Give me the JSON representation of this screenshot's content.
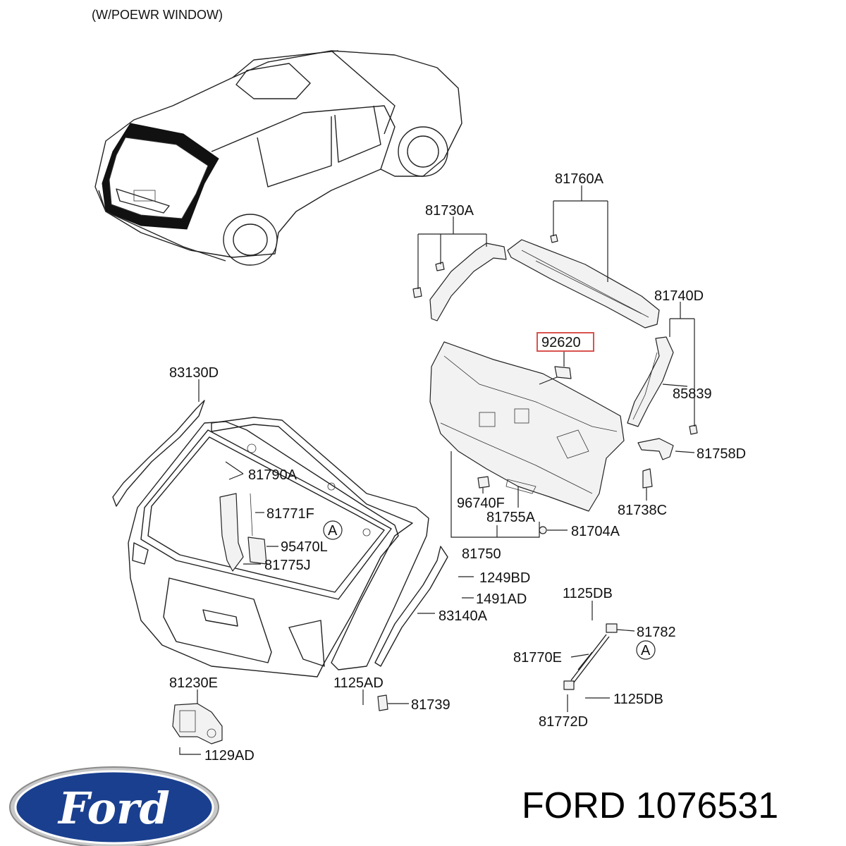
{
  "header": "(W/POEWR WINDOW)",
  "callouts": {
    "c81760A": "81760A",
    "c81730A": "81730A",
    "c81740D": "81740D",
    "c92620": "92620",
    "c85839": "85839",
    "c83130D": "83130D",
    "c81758D": "81758D",
    "c81790A": "81790A",
    "c96740F": "96740F",
    "c81738C": "81738C",
    "c81771F": "81771F",
    "c81755A": "81755A",
    "c81704A": "81704A",
    "c95470L": "95470L",
    "c81750": "81750",
    "c81775J": "81775J",
    "c1249BD": "1249BD",
    "c1125DB_top": "1125DB",
    "c1491AD": "1491AD",
    "c83140A": "83140A",
    "c81782": "81782",
    "c81770E": "81770E",
    "c81230E": "81230E",
    "c1125AD": "1125AD",
    "c1125DB_bot": "1125DB",
    "c81739": "81739",
    "c81772D": "81772D",
    "c1129AD": "1129AD"
  },
  "markers": {
    "a1": "A",
    "a2": "A"
  },
  "highlight_color": "#d9534f",
  "logo": {
    "text": "Ford",
    "color": "#1a3f8f"
  },
  "footer": "FORD 1076531"
}
